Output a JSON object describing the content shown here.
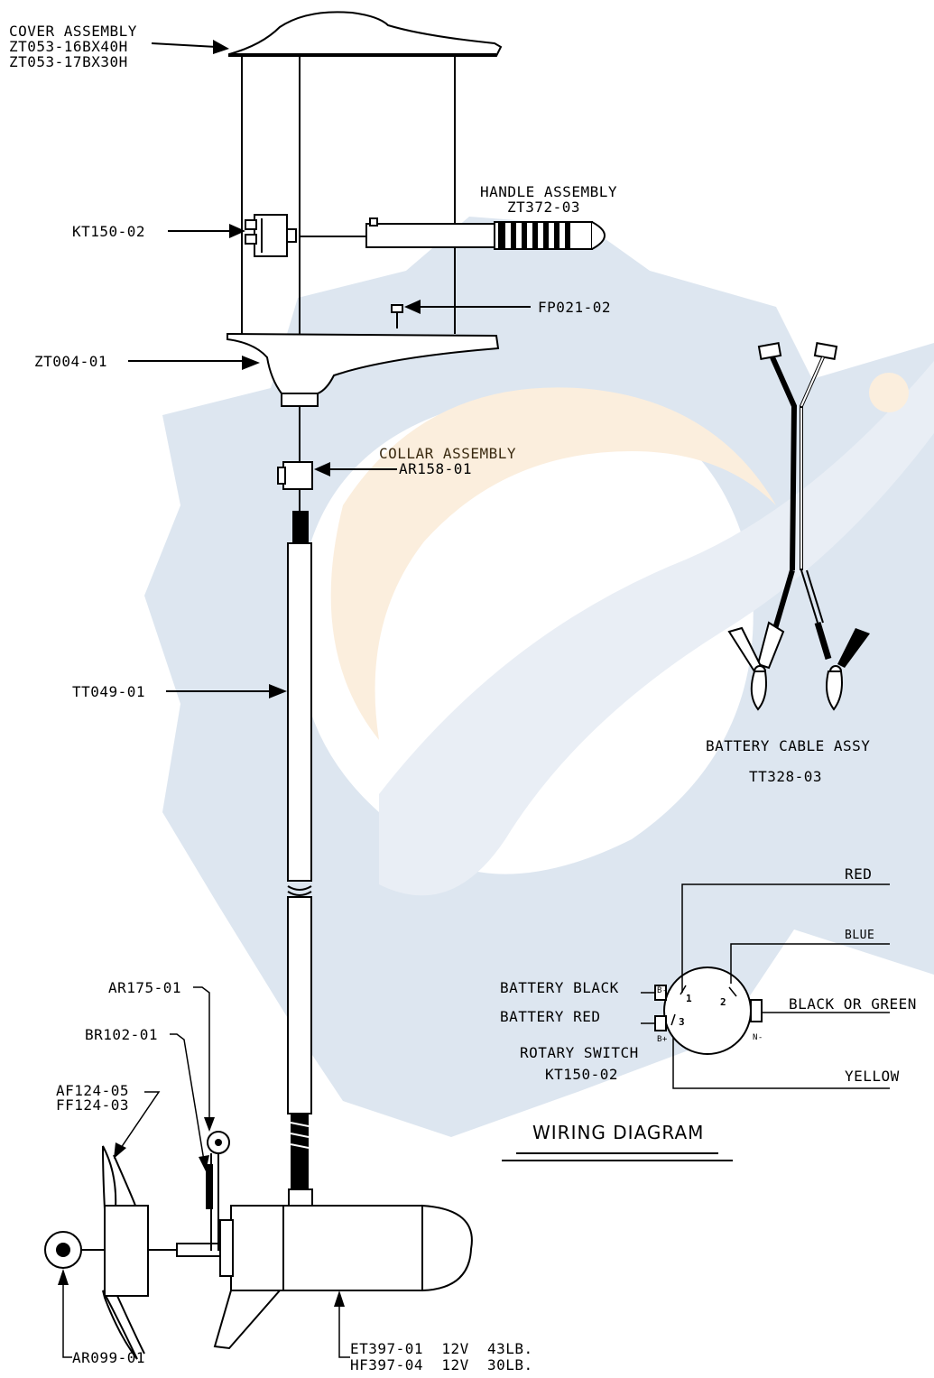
{
  "labels": {
    "cover_assembly": [
      "COVER ASSEMBLY",
      "ZT053-16BX40H",
      "ZT053-17BX30H"
    ],
    "handle_assembly": [
      "HANDLE ASSEMBLY",
      "ZT372-03"
    ],
    "kt150": "KT150-02",
    "fp021": "FP021-02",
    "zt004": "ZT004-01",
    "collar_assembly": [
      "COLLAR ASSEMBLY",
      "AR158-01"
    ],
    "tt049": "TT049-01",
    "battery_cable": [
      "BATTERY CABLE ASSY",
      "TT328-03"
    ],
    "ar175": "AR175-01",
    "br102": "BR102-01",
    "af124": [
      "AF124-05",
      "FF124-03"
    ],
    "ar099": "AR099-01",
    "motor": [
      "ET397-01  12V  43LB.",
      "HF397-04  12V  30LB."
    ]
  },
  "wiring": {
    "red": "RED",
    "blue": "BLUE",
    "black_or_green": "BLACK OR GREEN",
    "yellow": "YELLOW",
    "battery_black": "BATTERY BLACK",
    "battery_red": "BATTERY RED",
    "switch_name": [
      "ROTARY SWITCH",
      "KT150-02"
    ],
    "title": "WIRING DIAGRAM",
    "terminal_1": "1",
    "terminal_2": "2",
    "terminal_3": "3",
    "terminal_b_minus": "B-",
    "terminal_b_plus": "B+",
    "terminal_n_minus": "N-"
  },
  "colors": {
    "watermark_blue": "#dde6f0",
    "watermark_orange": "#fbeedd",
    "line": "#000000",
    "collar_text": "#3a2a10"
  }
}
